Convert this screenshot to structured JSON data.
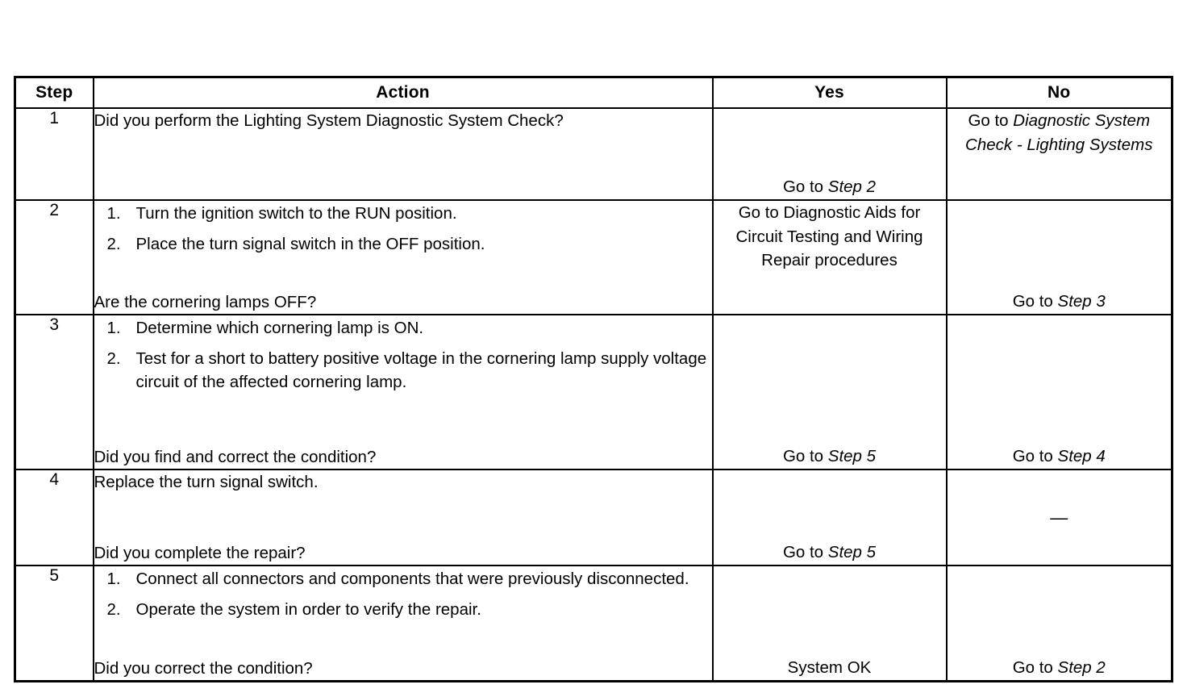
{
  "table": {
    "columns": [
      "Step",
      "Action",
      "Yes",
      "No"
    ],
    "rows": [
      {
        "step": "1",
        "action": {
          "intro": "Did you perform the Lighting System Diagnostic System Check?",
          "items": [],
          "question": ""
        },
        "yes": {
          "plain": "Go to ",
          "italic": "Step 2",
          "align": "bottom"
        },
        "no": {
          "plain": "Go to ",
          "italic": "Diagnostic System Check - Lighting Systems",
          "align": "top"
        }
      },
      {
        "step": "2",
        "action": {
          "intro": "",
          "items": [
            {
              "num": "1.",
              "text": "Turn the ignition switch to the RUN position."
            },
            {
              "num": "2.",
              "text": "Place the turn signal switch in the OFF position."
            }
          ],
          "question": "Are the cornering lamps OFF?"
        },
        "yes": {
          "plain": "Go to Diagnostic Aids for Circuit Testing and Wiring Repair procedures",
          "italic": "",
          "align": "top"
        },
        "no": {
          "plain": "Go to ",
          "italic": "Step 3",
          "align": "bottom"
        }
      },
      {
        "step": "3",
        "action": {
          "intro": "",
          "items": [
            {
              "num": "1.",
              "text": "Determine which cornering lamp is ON."
            },
            {
              "num": "2.",
              "text": "Test for a short to battery positive voltage in the cornering lamp supply voltage circuit of the affected cornering lamp."
            }
          ],
          "question": "Did you find and correct the condition?"
        },
        "yes": {
          "plain": "Go to ",
          "italic": "Step 5",
          "align": "bottom"
        },
        "no": {
          "plain": "Go to ",
          "italic": "Step 4",
          "align": "bottom"
        }
      },
      {
        "step": "4",
        "action": {
          "intro": "Replace the turn signal switch.",
          "items": [],
          "question": "Did you complete the repair?"
        },
        "yes": {
          "plain": "Go to ",
          "italic": "Step 5",
          "align": "bottom"
        },
        "no": {
          "plain": "—",
          "italic": "",
          "align": "middle"
        }
      },
      {
        "step": "5",
        "action": {
          "intro": "",
          "items": [
            {
              "num": "1.",
              "text": "Connect all connectors and components that were previously disconnected."
            },
            {
              "num": "2.",
              "text": "Operate the system in order to verify the repair."
            }
          ],
          "question": "Did you correct the condition?"
        },
        "yes": {
          "plain": "System OK",
          "italic": "",
          "align": "bottom"
        },
        "no": {
          "plain": "Go to ",
          "italic": "Step 2",
          "align": "bottom"
        }
      }
    ]
  },
  "colors": {
    "border": "#000000",
    "text": "#000000",
    "background": "#ffffff"
  }
}
